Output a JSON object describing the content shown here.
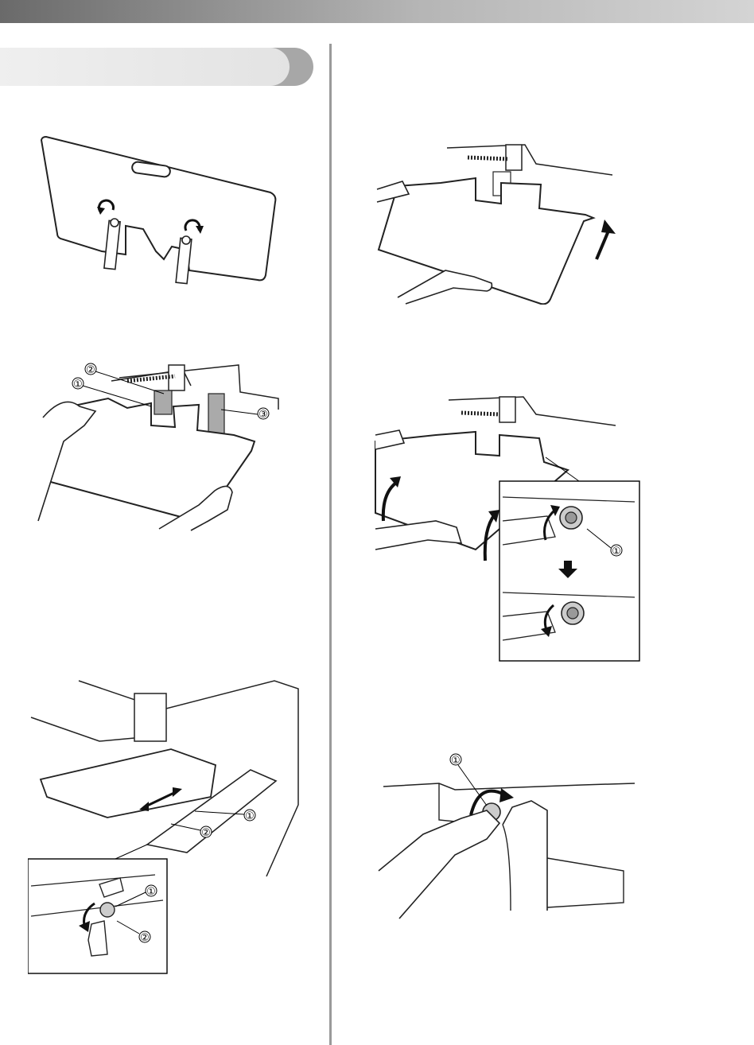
{
  "header": {
    "bar_color": "#9a9a9a"
  },
  "section_tab": {
    "label": ""
  },
  "figures": [
    {
      "id": "fig1",
      "icons": [
        "rotate-arrow-icon",
        "rotate-arrow-icon"
      ]
    },
    {
      "id": "fig2",
      "callouts": [
        "①",
        "②",
        "③"
      ]
    },
    {
      "id": "fig3",
      "callouts": [
        "①",
        "②",
        "①",
        "②"
      ]
    },
    {
      "id": "fig4",
      "icons": [
        "up-arrow-icon"
      ]
    },
    {
      "id": "fig5",
      "callouts": [
        "①"
      ]
    },
    {
      "id": "fig6",
      "callouts": [
        "①"
      ]
    }
  ]
}
